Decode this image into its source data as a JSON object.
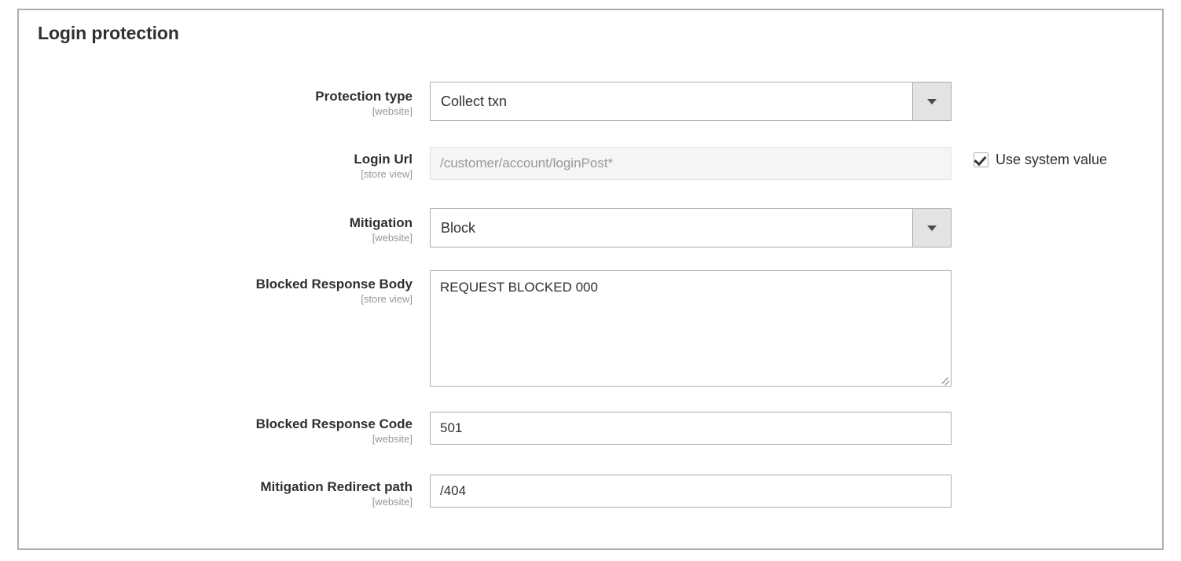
{
  "panel": {
    "title": "Login protection"
  },
  "fields": [
    {
      "id": "protection-type",
      "label": "Protection type",
      "scope": "[website]",
      "type": "select",
      "value": "Collect txn",
      "icon": "chevron-down-icon"
    },
    {
      "id": "login-url",
      "label": "Login Url",
      "scope": "[store view]",
      "type": "text-disabled",
      "value": "/customer/account/loginPost*",
      "use_system_value": {
        "label": "Use system value",
        "checked": true
      }
    },
    {
      "id": "mitigation",
      "label": "Mitigation",
      "scope": "[website]",
      "type": "select",
      "value": "Block",
      "icon": "chevron-down-icon"
    },
    {
      "id": "blocked-response-body",
      "label": "Blocked Response Body",
      "scope": "[store view]",
      "type": "textarea",
      "value": "REQUEST BLOCKED 000"
    },
    {
      "id": "blocked-response-code",
      "label": "Blocked Response Code",
      "scope": "[website]",
      "type": "text",
      "value": "501"
    },
    {
      "id": "mitigation-redirect-path",
      "label": "Mitigation Redirect path",
      "scope": "[website]",
      "type": "text",
      "value": "/404"
    }
  ],
  "colors": {
    "panel_border": "#aeaeae",
    "input_border": "#adadad",
    "disabled_bg": "#f5f5f5",
    "scope_text": "#989898",
    "text": "#303030",
    "select_button_bg": "#e3e3e3"
  }
}
